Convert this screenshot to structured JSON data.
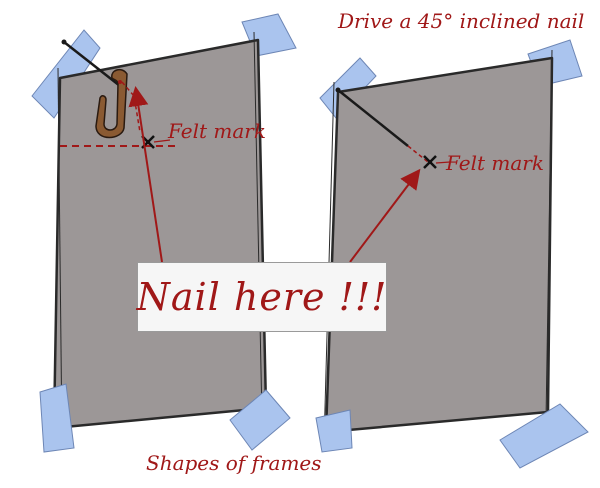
{
  "title": "Drive a 45° inclined nail",
  "callout": "Nail here !!!",
  "left_frame_label": "Felt mark",
  "right_frame_label": "Felt mark",
  "caption": "Shapes of frames",
  "colors": {
    "frame_fill": "#9c9797",
    "frame_stroke": "#2a2a2a",
    "tape": "#aac4ee",
    "annotation_red": "#a01818",
    "hook": "#8a5a32"
  }
}
